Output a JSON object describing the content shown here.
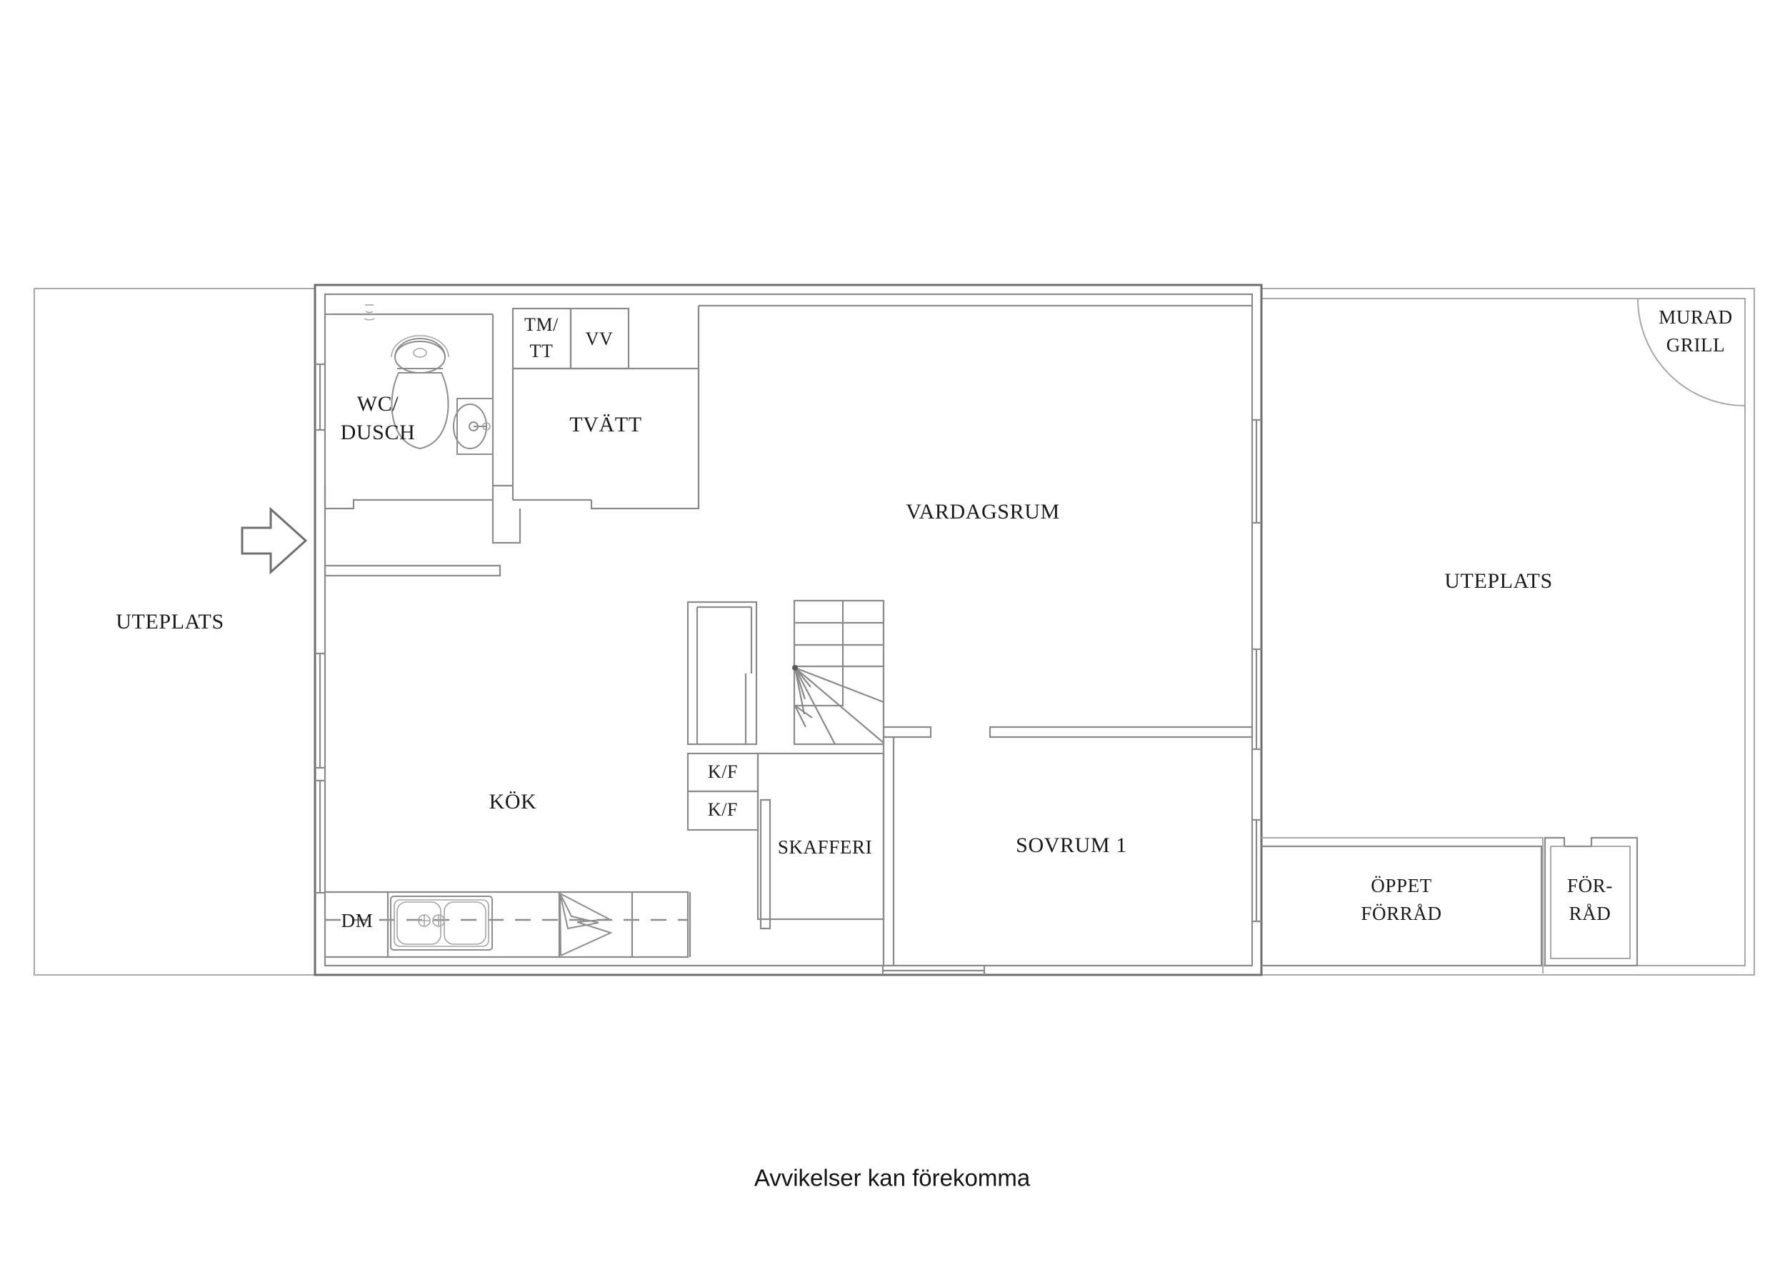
{
  "document": {
    "type": "floor-plan",
    "caption": "Avvikelser kan förekomma",
    "language": "sv"
  },
  "rooms": {
    "uteplats_left": "UTEPLATS",
    "uteplats_right": "UTEPLATS",
    "wc_dusch": {
      "line1": "WC/",
      "line2": "DUSCH"
    },
    "tvatt": "TVÄTT",
    "vardagsrum": "VARDAGSRUM",
    "kok": "KÖK",
    "skafferi": "SKAFFERI",
    "sovrum1": "SOVRUM 1",
    "oppet_forrad": {
      "line1": "ÖPPET",
      "line2": "FÖRRÅD"
    },
    "forrad": {
      "line1": "FÖR-",
      "line2": "RÅD"
    },
    "murad_grill": {
      "line1": "MURAD",
      "line2": "GRILL"
    }
  },
  "appliances": {
    "tm_tt": {
      "line1": "TM/",
      "line2": "TT"
    },
    "vv": "VV",
    "kf_upper": "K/F",
    "kf_lower": "K/F",
    "dm": "DM"
  },
  "symbols": {
    "entrance_arrow": "entrance-arrow-icon",
    "toilet": "toilet-icon",
    "sink_basin": "wash-basin-icon",
    "floor_drain": "floor-drain-icon",
    "kitchen_sink": "double-kitchen-sink-icon",
    "stove": "stove-hob-icon",
    "stairs": "staircase-icon",
    "grill_arc": "grill-arc-icon"
  },
  "colors": {
    "wall": "#6d6d6d",
    "wall_light": "#a8a8a8",
    "fixture": "#8d8d8d",
    "text": "#1a1a1a",
    "background": "#ffffff"
  }
}
